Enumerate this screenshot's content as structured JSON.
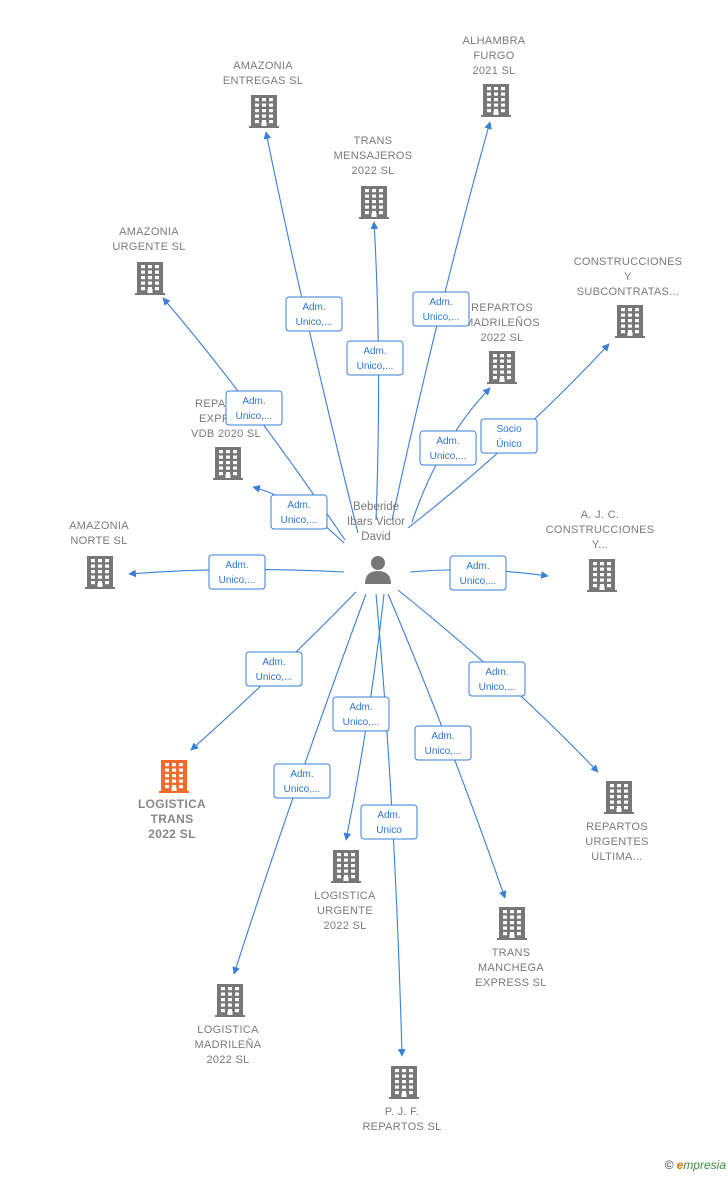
{
  "person": {
    "lines": [
      "Beberide",
      "Ibars Victor",
      "David"
    ],
    "icon": "person-icon"
  },
  "companies": [
    {
      "id": "amazonia-entregas",
      "lines": [
        "AMAZONIA",
        "ENTREGAS  SL"
      ],
      "highlight": false
    },
    {
      "id": "alhambra-furgo",
      "lines": [
        "ALHAMBRA",
        "FURGO",
        "2021  SL"
      ],
      "highlight": false
    },
    {
      "id": "trans-mensajeros",
      "lines": [
        "TRANS",
        "MENSAJEROS",
        "2022  SL"
      ],
      "highlight": false
    },
    {
      "id": "amazonia-urgente",
      "lines": [
        "AMAZONIA",
        "URGENTE  SL"
      ],
      "highlight": false
    },
    {
      "id": "construcciones-subcontratas",
      "lines": [
        "CONSTRUCCIONES",
        "Y",
        "SUBCONTRATAS..."
      ],
      "highlight": false
    },
    {
      "id": "repartos-madrilenos",
      "lines": [
        "REPARTOS",
        "MADRILEÑOS",
        "2022  SL"
      ],
      "highlight": false
    },
    {
      "id": "repartos-express-vdb",
      "lines": [
        "REPARTOS",
        "EXPRESS",
        "VDB 2020  SL"
      ],
      "highlight": false
    },
    {
      "id": "amazonia-norte",
      "lines": [
        "AMAZONIA",
        "NORTE  SL"
      ],
      "highlight": false
    },
    {
      "id": "ajc-construcciones",
      "lines": [
        "A.  J. C.",
        "CONSTRUCCIONES",
        "Y..."
      ],
      "highlight": false
    },
    {
      "id": "logistica-trans",
      "lines": [
        "LOGISTICA",
        "TRANS",
        "2022  SL"
      ],
      "highlight": true
    },
    {
      "id": "repartos-urgentes",
      "lines": [
        "REPARTOS",
        "URGENTES",
        "ULTIMA..."
      ],
      "highlight": false
    },
    {
      "id": "logistica-urgente",
      "lines": [
        "LOGISTICA",
        "URGENTE",
        "2022  SL"
      ],
      "highlight": false
    },
    {
      "id": "trans-manchega",
      "lines": [
        "TRANS",
        "MANCHEGA",
        "EXPRESS  SL"
      ],
      "highlight": false
    },
    {
      "id": "logistica-madrilena",
      "lines": [
        "LOGISTICA",
        "MADRILEÑA",
        "2022  SL"
      ],
      "highlight": false
    },
    {
      "id": "pjf-repartos",
      "lines": [
        "P.  J. F.",
        "REPARTOS  SL"
      ],
      "highlight": false
    }
  ],
  "relations": [
    {
      "target": "amazonia-entregas",
      "label": [
        "Adm.",
        "Unico,..."
      ]
    },
    {
      "target": "alhambra-furgo",
      "label": [
        "Adm.",
        "Unico,..."
      ]
    },
    {
      "target": "trans-mensajeros",
      "label": [
        "Adm.",
        "Unico,..."
      ]
    },
    {
      "target": "amazonia-urgente",
      "label": [
        "Adm.",
        "Unico,..."
      ]
    },
    {
      "target": "construcciones-subcontratas",
      "label": [
        "Socio",
        "Único"
      ]
    },
    {
      "target": "repartos-madrilenos",
      "label": [
        "Adm.",
        "Unico,..."
      ]
    },
    {
      "target": "repartos-express-vdb",
      "label": [
        "Adm.",
        "Unico,..."
      ]
    },
    {
      "target": "amazonia-norte",
      "label": [
        "Adm.",
        "Unico,..."
      ]
    },
    {
      "target": "ajc-construcciones",
      "label": [
        "Adm.",
        "Unico,..."
      ]
    },
    {
      "target": "logistica-trans",
      "label": [
        "Adm.",
        "Unico,..."
      ]
    },
    {
      "target": "repartos-urgentes",
      "label": [
        "Adm.",
        "Unico,..."
      ]
    },
    {
      "target": "logistica-urgente",
      "label": [
        "Adm.",
        "Unico,..."
      ]
    },
    {
      "target": "trans-manchega",
      "label": [
        "Adm.",
        "Unico,..."
      ]
    },
    {
      "target": "logistica-madrilena",
      "label": [
        "Adm.",
        "Unico,..."
      ]
    },
    {
      "target": "pjf-repartos",
      "label": [
        "Adm.",
        "Unico"
      ]
    }
  ],
  "colors": {
    "edge": "#3a7fd6",
    "building": "#777777",
    "building_highlight": "#f26a2e",
    "person": "#777777"
  },
  "brand": {
    "copyright": "©",
    "initial": "e",
    "name": "mpresia"
  }
}
